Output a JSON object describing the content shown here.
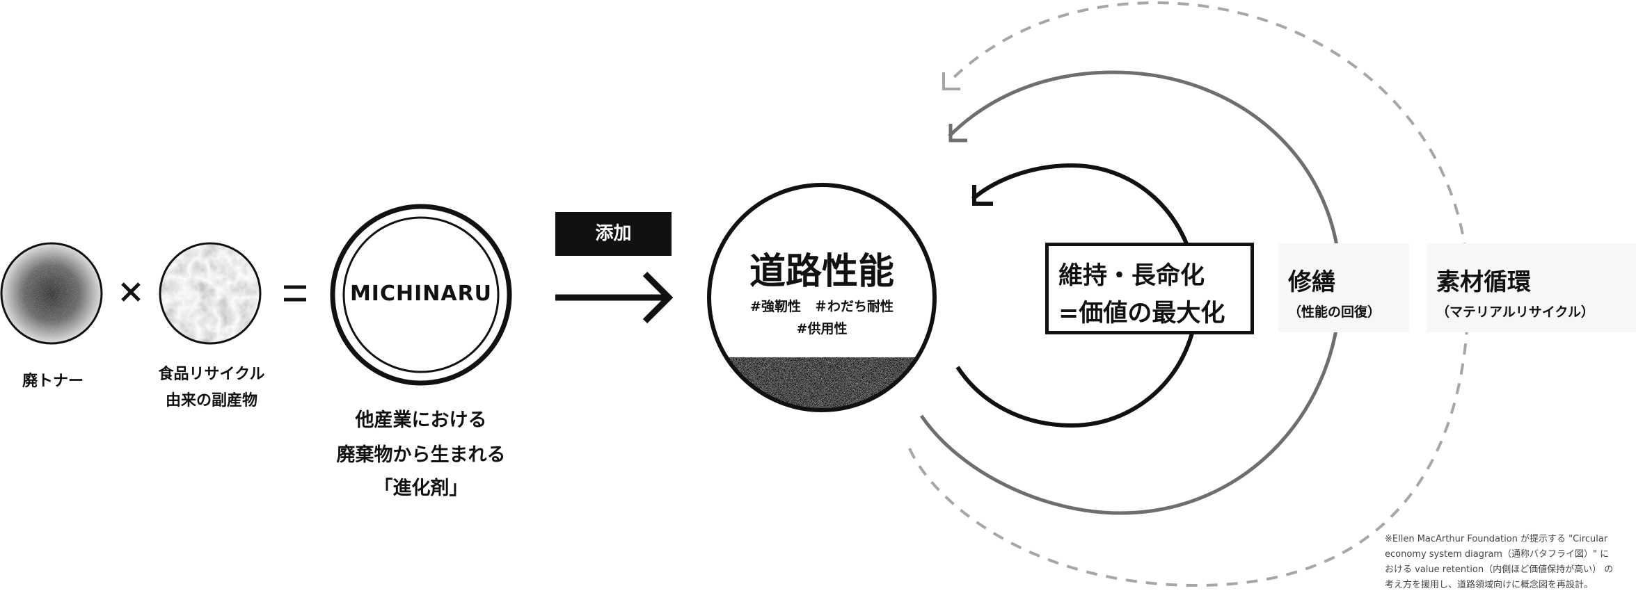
{
  "inputs": {
    "toner_label": "廃トナー",
    "food_label_line1": "食品リサイクル",
    "food_label_line2": "由来の副産物",
    "times_symbol": "×",
    "equals_symbol": "="
  },
  "product": {
    "name": "MICHINARU",
    "desc_line1": "他産業における",
    "desc_line2": "廃棄物から生まれる",
    "desc_line3": "「進化剤」"
  },
  "action": {
    "label": "添加"
  },
  "road": {
    "title": "道路性能",
    "tags_line1": "#強靭性　＃わだち耐性",
    "tags_line2": "#供用性"
  },
  "loops": {
    "inner_line1": "維持・長命化",
    "inner_line2": "=価値の最大化",
    "middle_title": "修繕",
    "middle_sub": "（性能の回復）",
    "outer_title": "素材循環",
    "outer_sub": "（マテリアルリサイクル）"
  },
  "footnote": {
    "line1": "※Ellen MacArthur Foundation が提示する \"Circular",
    "line2": "economy system diagram（通称バタフライ図）\" に",
    "line3": "おける value retention（内側ほど価値保持が高い） の",
    "line4": "考え方を援用し、道路領域向けに概念図を再設計。"
  },
  "colors": {
    "ink": "#111111",
    "loop_middle": "#6e6e6e",
    "loop_outer": "#a6a6a6",
    "panel_bg": "#f7f7f7"
  }
}
